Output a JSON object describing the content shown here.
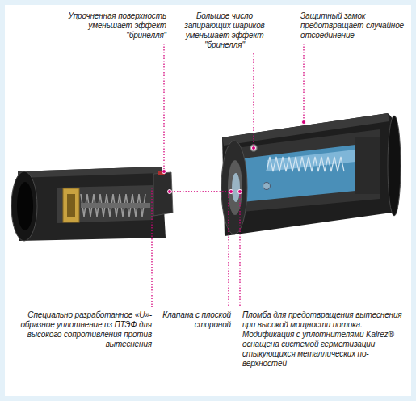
{
  "diagram": {
    "labels": [
      "Упрочненная поверхность уменьшает эффект \"бринелля\"",
      "Большое число запирающих шариков уменьшает эффект \"бринелля\"",
      "Защитный замок предотвращает случайное отсоединение",
      "Специально разработанное «U»- образное уплотнение из ПТЭФ для высокого сопротивления против вытеснения",
      "Клапана с плоской стороной",
      "Пломба для предотвращения вытеснения при высокой мощности потока. Модификация с уплотнителями Kalrez® оснащена системой герметизации стыкующихся металлических по- верхностей"
    ]
  }
}
